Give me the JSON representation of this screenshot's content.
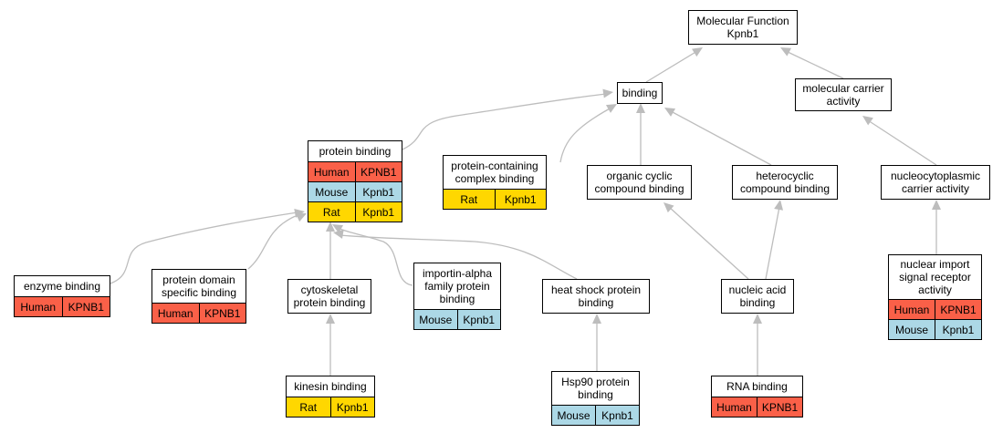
{
  "colors": {
    "human": "#fa6048",
    "mouse": "#acd8e6",
    "rat": "#ffd700",
    "edge": "#bdbdbd"
  },
  "nodes": {
    "mf": {
      "title": "Molecular Function\nKpnb1",
      "rows": []
    },
    "binding": {
      "title": "binding",
      "rows": []
    },
    "mca": {
      "title": "molecular carrier\nactivity",
      "rows": []
    },
    "pb": {
      "title": "protein binding",
      "rows": [
        {
          "species": "Human",
          "gene": "KPNB1"
        },
        {
          "species": "Mouse",
          "gene": "Kpnb1"
        },
        {
          "species": "Rat",
          "gene": "Kpnb1"
        }
      ]
    },
    "pccb": {
      "title": "protein-containing\ncomplex binding",
      "rows": [
        {
          "species": "Rat",
          "gene": "Kpnb1"
        }
      ]
    },
    "occb": {
      "title": "organic cyclic\ncompound binding",
      "rows": []
    },
    "hccb": {
      "title": "heterocyclic\ncompound binding",
      "rows": []
    },
    "ncca": {
      "title": "nucleocytoplasmic\ncarrier activity",
      "rows": []
    },
    "eb": {
      "title": "enzyme binding",
      "rows": [
        {
          "species": "Human",
          "gene": "KPNB1"
        }
      ]
    },
    "pdsb": {
      "title": "protein domain\nspecific binding",
      "rows": [
        {
          "species": "Human",
          "gene": "KPNB1"
        }
      ]
    },
    "cpb": {
      "title": "cytoskeletal\nprotein binding",
      "rows": []
    },
    "iafpb": {
      "title": "importin-alpha\nfamily protein\nbinding",
      "rows": [
        {
          "species": "Mouse",
          "gene": "Kpnb1"
        }
      ]
    },
    "hspb": {
      "title": "heat shock protein\nbinding",
      "rows": []
    },
    "nab": {
      "title": "nucleic acid\nbinding",
      "rows": []
    },
    "nisra": {
      "title": "nuclear import\nsignal receptor\nactivity",
      "rows": [
        {
          "species": "Human",
          "gene": "KPNB1"
        },
        {
          "species": "Mouse",
          "gene": "Kpnb1"
        }
      ]
    },
    "kb": {
      "title": "kinesin binding",
      "rows": [
        {
          "species": "Rat",
          "gene": "Kpnb1"
        }
      ]
    },
    "h90b": {
      "title": "Hsp90 protein\nbinding",
      "rows": [
        {
          "species": "Mouse",
          "gene": "Kpnb1"
        }
      ]
    },
    "rnab": {
      "title": "RNA binding",
      "rows": [
        {
          "species": "Human",
          "gene": "KPNB1"
        }
      ]
    }
  }
}
